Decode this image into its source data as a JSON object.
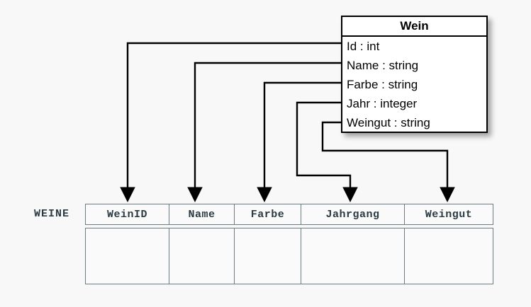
{
  "diagram": {
    "title_hidden": "",
    "background_color": "#f8f8f8",
    "line_color": "#000000",
    "table_border_color": "#6b7c82",
    "table_text_color": "#2b3b42"
  },
  "uml_class": {
    "name": "Wein",
    "attributes": [
      {
        "label": "Id : int",
        "name": "Id",
        "type": "int"
      },
      {
        "label": "Name : string",
        "name": "Name",
        "type": "string"
      },
      {
        "label": "Farbe : string",
        "name": "Farbe",
        "type": "string"
      },
      {
        "label": "Jahr : integer",
        "name": "Jahr",
        "type": "integer"
      },
      {
        "label": "Weingut : string",
        "name": "Weingut",
        "type": "string"
      }
    ]
  },
  "relational_table": {
    "label": "WEINE",
    "columns": [
      {
        "header": "WeinID"
      },
      {
        "header": "Name"
      },
      {
        "header": "Farbe"
      },
      {
        "header": "Jahrgang"
      },
      {
        "header": "Weingut"
      }
    ],
    "rows": [
      [
        "",
        "",
        "",
        "",
        ""
      ]
    ]
  },
  "mappings": [
    {
      "from": "Id",
      "to": "WeinID"
    },
    {
      "from": "Name",
      "to": "Name"
    },
    {
      "from": "Farbe",
      "to": "Farbe"
    },
    {
      "from": "Jahr",
      "to": "Jahrgang"
    },
    {
      "from": "Weingut",
      "to": "Weingut"
    }
  ]
}
